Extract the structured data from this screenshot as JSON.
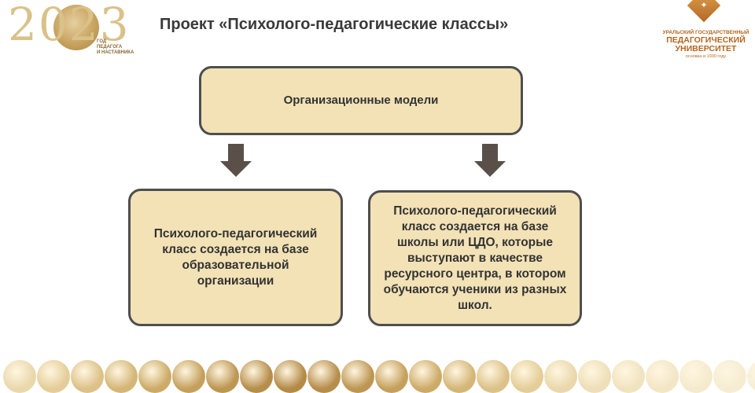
{
  "header": {
    "title": "Проект «Психолого-педагогические  классы»",
    "logo_left": {
      "year": "2023",
      "caption_lines": [
        "ГОД",
        "ПЕДАГОГА",
        "И НАСТАВНИКА"
      ]
    },
    "logo_right": {
      "line1": "УРАЛЬСКИЙ ГОСУДАРСТВЕННЫЙ",
      "line2": "ПЕДАГОГИЧЕСКИЙ",
      "line3": "УНИВЕРСИТЕТ",
      "line4": "основан в 1930 году"
    }
  },
  "diagram": {
    "top_box": "Организационные модели",
    "left_box": "Психолого-педагогический класс создается на базе образовательной организации",
    "right_box": "Психолого-педагогический класс создается на базе школы или ЦДО, которые выступают в качестве ресурсного центра, в котором обучаются ученики из разных школ."
  },
  "colors": {
    "box_fill": "#f2e2b6",
    "box_border": "#4e4e4e",
    "arrow": "#5a5049",
    "accent_gold": "#c9a461",
    "brand_orange": "#b5651d"
  },
  "decor": {
    "dot_colors": [
      "#ead8ac",
      "#e4cd98",
      "#dcc188",
      "#d4b677",
      "#ccab68",
      "#c4a05c",
      "#bc9652",
      "#b68d4a",
      "#b48a47",
      "#b68d4a",
      "#bc9652",
      "#c4a05c",
      "#ccab68",
      "#d4b677",
      "#dcc188",
      "#e4cd98",
      "#ead8ac",
      "#eedfb8",
      "#f0e3bf",
      "#f2e6c6",
      "#f4eacd",
      "#f5ecd2",
      "#f6eed6"
    ]
  }
}
